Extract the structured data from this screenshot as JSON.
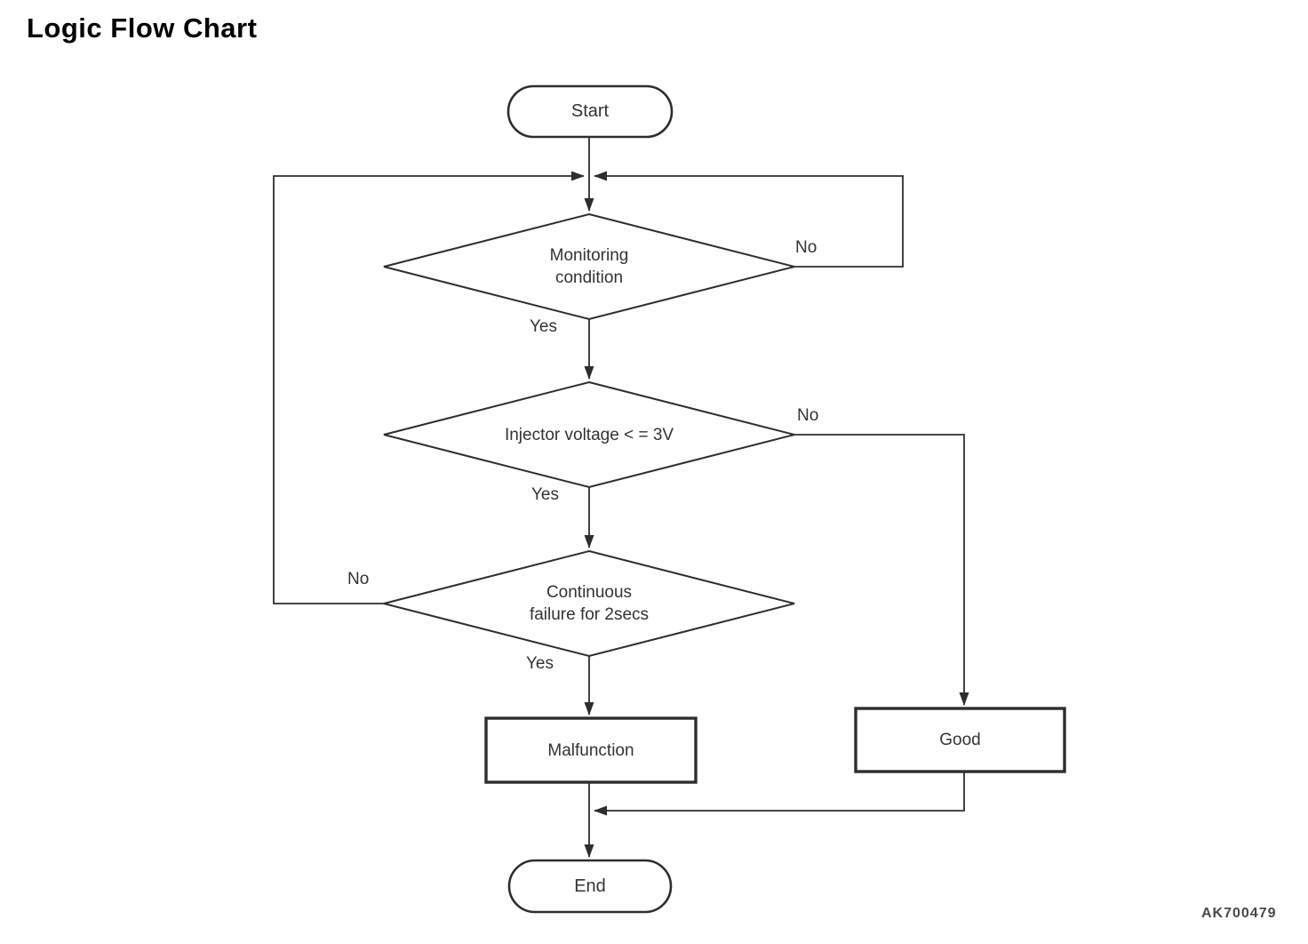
{
  "title": "Logic Flow Chart",
  "figure_code": "AK700479",
  "colors": {
    "ink": "#2e2e2e",
    "text": "#333333",
    "background": "#ffffff"
  },
  "nodes": {
    "start": {
      "label": "Start",
      "type": "terminator"
    },
    "monitoring": {
      "line1": "Monitoring",
      "line2": "condition",
      "type": "decision"
    },
    "injector": {
      "label": "Injector voltage < = 3V",
      "type": "decision"
    },
    "continuous": {
      "line1": "Continuous",
      "line2": "failure for 2secs",
      "type": "decision"
    },
    "malfunction": {
      "label": "Malfunction",
      "type": "process"
    },
    "good": {
      "label": "Good",
      "type": "process"
    },
    "end": {
      "label": "End",
      "type": "terminator"
    }
  },
  "edges": {
    "monitoring_yes": "Yes",
    "monitoring_no": "No",
    "injector_yes": "Yes",
    "injector_no": "No",
    "continuous_yes": "Yes",
    "continuous_no": "No"
  }
}
